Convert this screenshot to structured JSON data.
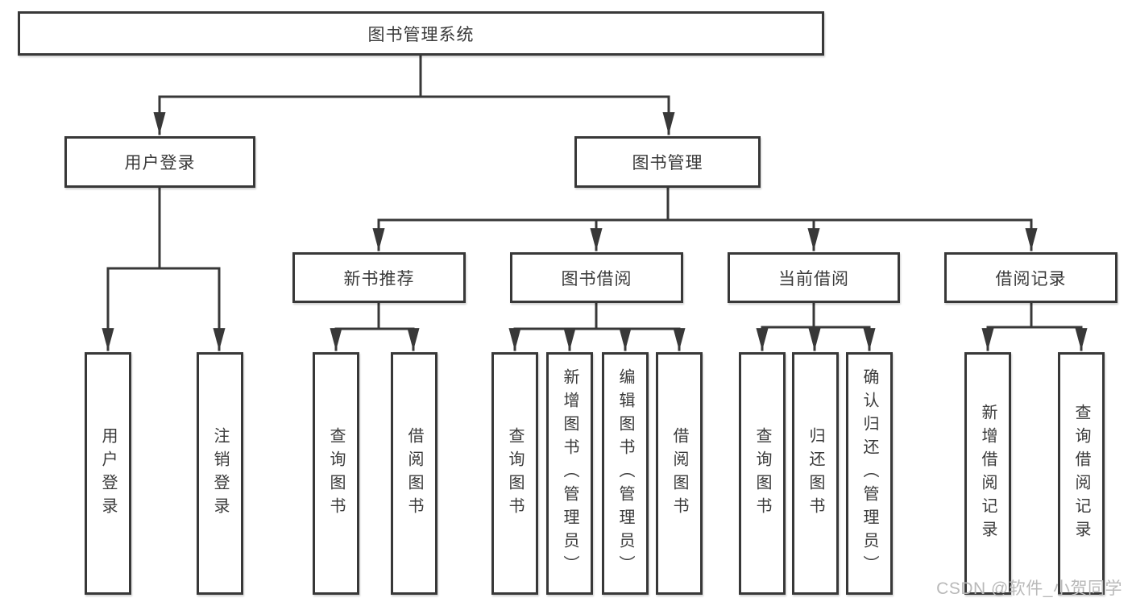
{
  "diagram_type": "hierarchy-structure-chart",
  "tree": {
    "label": "图书管理系统",
    "children": [
      {
        "label": "用户登录",
        "children": [
          {
            "label": "用户登录"
          },
          {
            "label": "注销登录"
          }
        ]
      },
      {
        "label": "图书管理",
        "children": [
          {
            "label": "新书推荐",
            "children": [
              {
                "label": "查询图书"
              },
              {
                "label": "借阅图书"
              }
            ]
          },
          {
            "label": "图书借阅",
            "children": [
              {
                "label": "查询图书"
              },
              {
                "label": "新增图书（管理员）"
              },
              {
                "label": "编辑图书（管理员）"
              },
              {
                "label": "借阅图书"
              }
            ]
          },
          {
            "label": "当前借阅",
            "children": [
              {
                "label": "查询图书"
              },
              {
                "label": "归还图书"
              },
              {
                "label": "确认归还（管理员）"
              }
            ]
          },
          {
            "label": "借阅记录",
            "children": [
              {
                "label": "新增借阅记录"
              },
              {
                "label": "查询借阅记录"
              }
            ]
          }
        ]
      }
    ]
  },
  "watermark": {
    "text": "CSDN @软件_小贺同学"
  },
  "colors": {
    "line": "#383838",
    "box_border": "#383838",
    "box_background": "#ffffff",
    "text": "#3a3a3a",
    "watermark": "#b9b9b9",
    "page_background": "#ffffff"
  }
}
